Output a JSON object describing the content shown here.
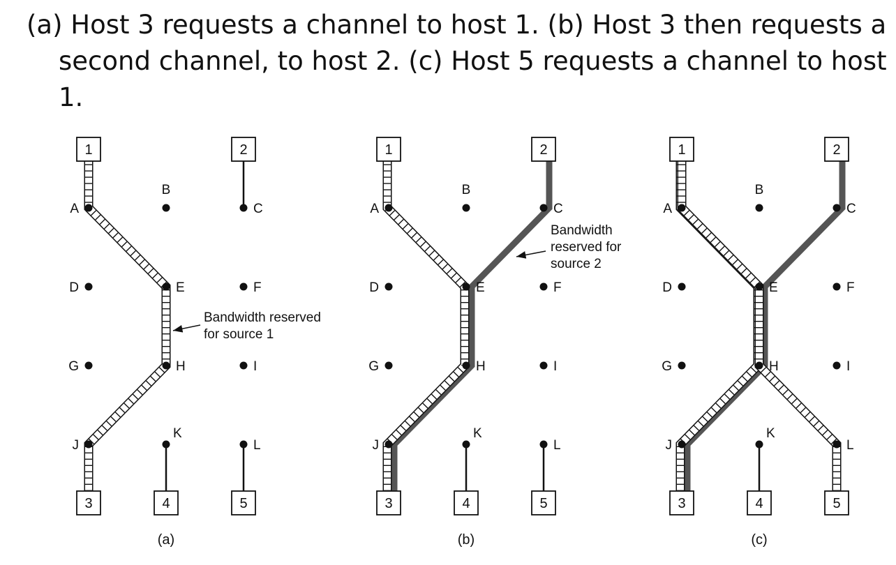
{
  "title": {
    "line1": "(a) Host 3 requests a channel to host 1.  (b) Host 3 then requests a",
    "line2": "second channel, to host 2.  (c) Host 5 requests a channel to host 1."
  },
  "colors": {
    "ink": "#111111",
    "reserved_source_2": "#555555",
    "reserved_source_1_fill": "#ffffff"
  },
  "panels": [
    {
      "id": "a",
      "caption": "(a)",
      "annotations": [
        {
          "id": "bw1",
          "lines": [
            "Bandwidth reserved",
            "for source 1"
          ]
        }
      ]
    },
    {
      "id": "b",
      "caption": "(b)",
      "annotations": [
        {
          "id": "bw2",
          "lines": [
            "Bandwidth",
            "reserved for",
            "source 2"
          ]
        }
      ]
    },
    {
      "id": "c",
      "caption": "(c)",
      "annotations": []
    }
  ],
  "hosts": [
    "1",
    "2",
    "3",
    "4",
    "5"
  ],
  "routers": [
    "A",
    "B",
    "C",
    "D",
    "E",
    "F",
    "G",
    "H",
    "I",
    "J",
    "K",
    "L"
  ],
  "paths": {
    "a": {
      "source_1": [
        "3",
        "J",
        "H",
        "E",
        "A",
        "1"
      ]
    },
    "b": {
      "source_1": [
        "3",
        "J",
        "H",
        "E",
        "A",
        "1"
      ],
      "source_2": [
        "3",
        "J",
        "H",
        "E",
        "C",
        "2"
      ]
    },
    "c": {
      "source_1": [
        "3",
        "J",
        "H",
        "E",
        "A",
        "1"
      ],
      "source_2": [
        "3",
        "J",
        "H",
        "E",
        "C",
        "2"
      ],
      "source_5": [
        "5",
        "L",
        "H",
        "E",
        "A",
        "1"
      ]
    }
  }
}
